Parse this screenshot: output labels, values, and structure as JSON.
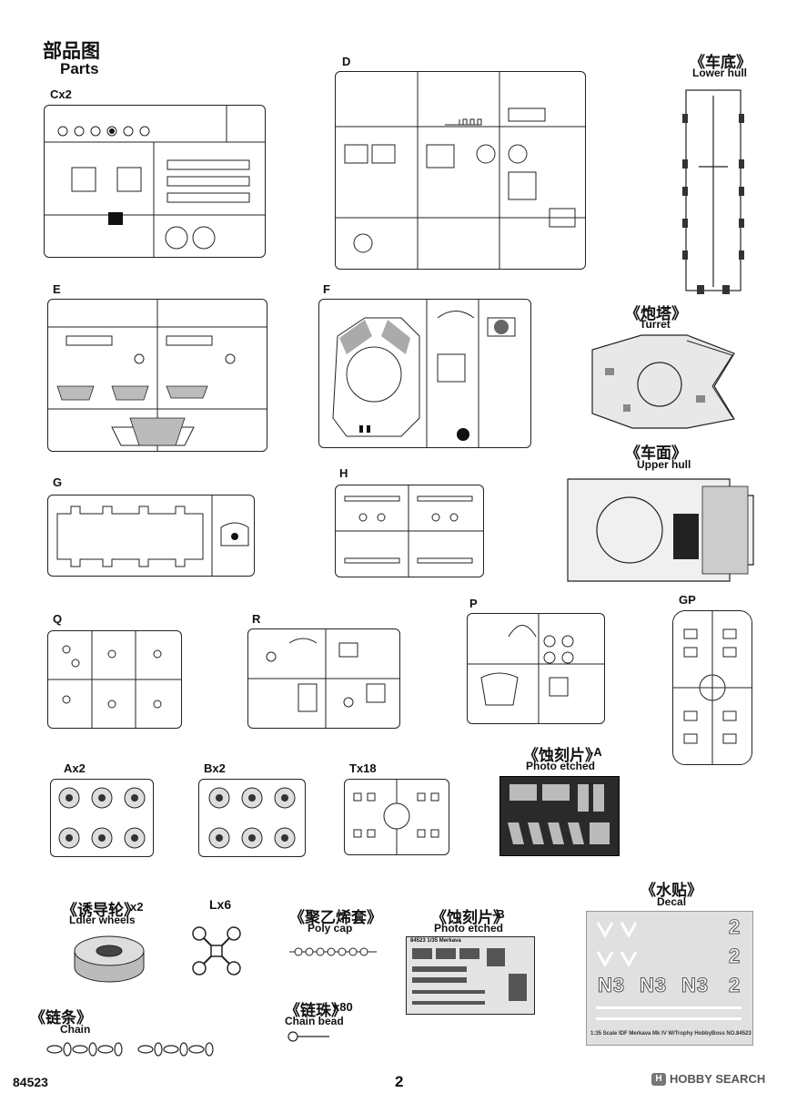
{
  "header": {
    "title_zh": "部品图",
    "title_en": "Parts"
  },
  "sprues": {
    "C": "Cx2",
    "D": "D",
    "E": "E",
    "F": "F",
    "G": "G",
    "H": "H",
    "Q": "Q",
    "R": "R",
    "P": "P",
    "GP": "GP",
    "A": "Ax2",
    "B": "Bx2",
    "T": "Tx18"
  },
  "parts": {
    "lower_hull": {
      "zh": "《车底》",
      "en": "Lower hull"
    },
    "turret": {
      "zh": "《炮塔》",
      "en": "Turret"
    },
    "upper_hull": {
      "zh": "《车面》",
      "en": "Upper hull"
    },
    "photo_etched_a": {
      "zh": "《蚀刻片》",
      "suffix": "-A",
      "en": "Photo etched"
    },
    "idler": {
      "zh": "《诱导轮》",
      "suffix": "x2",
      "en": "Ldler wheels"
    },
    "l": {
      "label": "Lx6"
    },
    "polycap": {
      "zh": "《聚乙烯套》",
      "en": "Poly cap"
    },
    "photo_etched_b": {
      "zh": "《蚀刻片》",
      "suffix": "-B",
      "en": "Photo etched"
    },
    "decal": {
      "zh": "《水贴》",
      "en": "Decal",
      "caption": "1:35 Scale   IDF Merkava Mk IV W/Trophy   HobbyBoss   NO.84523",
      "markings": [
        "N3",
        "N3",
        "N3",
        "2",
        "2",
        "2"
      ]
    },
    "chain": {
      "zh": "《链条》",
      "en": "Chain"
    },
    "chain_bead": {
      "zh": "《链珠》",
      "suffix": "x80",
      "en": "Chain bead"
    }
  },
  "pe_b_header": "84523 1/35 Merkava",
  "footer": {
    "code": "84523",
    "page": "2",
    "watermark": "HOBBY SEARCH"
  }
}
